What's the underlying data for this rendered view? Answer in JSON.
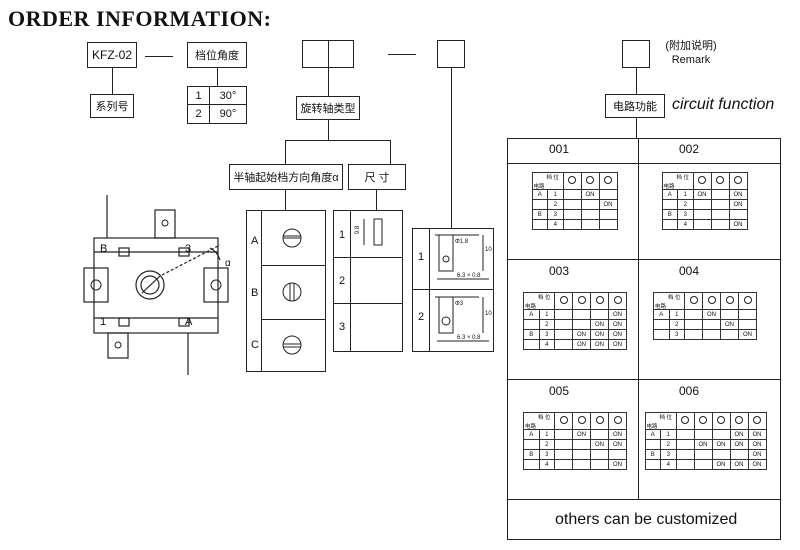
{
  "title": "ORDER INFORMATION:",
  "series_box": "KFZ-02",
  "series_label": "系列号",
  "angle_label": "档位角度",
  "angle_rows": [
    {
      "n": "1",
      "v": "30°"
    },
    {
      "n": "2",
      "v": "90°"
    }
  ],
  "shaft_label": "旋转轴类型",
  "start_angle_label": "半轴起始档方向角度α",
  "size_label": "尺 寸",
  "remark_cn": "(附加说明)",
  "remark_en": "Remark",
  "circuit_cn": "电路功能",
  "circuit_en": "circuit function",
  "left_diagram": {
    "b": "B",
    "three": "3",
    "one": "1",
    "a": "A",
    "alpha": "α"
  },
  "abc": [
    "A",
    "B",
    "C"
  ],
  "size_rows": [
    "1",
    "2",
    "3"
  ],
  "dims": {
    "d1": "Φ1.8",
    "d2": "Φ3",
    "h1": "10",
    "h2": "10",
    "w1": "6.3 × 0.8",
    "w2": "6.3 × 0.8",
    "s1": "9.8",
    "r1": "1",
    "r2": "2"
  },
  "table_header": {
    "pos": "档 位",
    "circ": "电路"
  },
  "panels": [
    {
      "id": "001",
      "rows": [
        [
          "A",
          "1",
          "",
          "ON",
          ""
        ],
        [
          "",
          "2",
          "",
          "",
          "ON"
        ],
        [
          "B",
          "3",
          "",
          "",
          ""
        ],
        [
          "",
          "4",
          "",
          "",
          ""
        ]
      ]
    },
    {
      "id": "002",
      "rows": [
        [
          "A",
          "1",
          "ON",
          "",
          "ON"
        ],
        [
          "",
          "2",
          "",
          "",
          "ON"
        ],
        [
          "B",
          "3",
          "",
          "",
          ""
        ],
        [
          "",
          "4",
          "",
          "",
          "ON"
        ]
      ]
    },
    {
      "id": "003",
      "rows": [
        [
          "A",
          "1",
          "",
          "",
          "",
          "ON"
        ],
        [
          "",
          "2",
          "",
          "",
          "ON",
          "ON"
        ],
        [
          "B",
          "3",
          "",
          "ON",
          "ON",
          "ON"
        ],
        [
          "",
          "4",
          "",
          "ON",
          "ON",
          "ON"
        ]
      ]
    },
    {
      "id": "004",
      "rows": [
        [
          "A",
          "1",
          "",
          "ON",
          "",
          ""
        ],
        [
          "",
          "2",
          "",
          "",
          "ON",
          ""
        ],
        [
          "",
          "3",
          "",
          "",
          "",
          "ON"
        ]
      ]
    },
    {
      "id": "005",
      "rows": [
        [
          "A",
          "1",
          "",
          "ON",
          "",
          "ON"
        ],
        [
          "",
          "2",
          "",
          "",
          "ON",
          "ON"
        ],
        [
          "B",
          "3",
          "",
          "",
          "",
          ""
        ],
        [
          "",
          "4",
          "",
          "",
          "",
          "ON"
        ]
      ]
    },
    {
      "id": "006",
      "rows": [
        [
          "A",
          "1",
          "",
          "",
          "",
          "ON",
          "ON"
        ],
        [
          "",
          "2",
          "",
          "ON",
          "ON",
          "ON",
          "ON"
        ],
        [
          "B",
          "3",
          "",
          "",
          "",
          "",
          "ON"
        ],
        [
          "",
          "4",
          "",
          "",
          "ON",
          "ON",
          "ON"
        ]
      ]
    }
  ],
  "custom_text": "others can be customized"
}
